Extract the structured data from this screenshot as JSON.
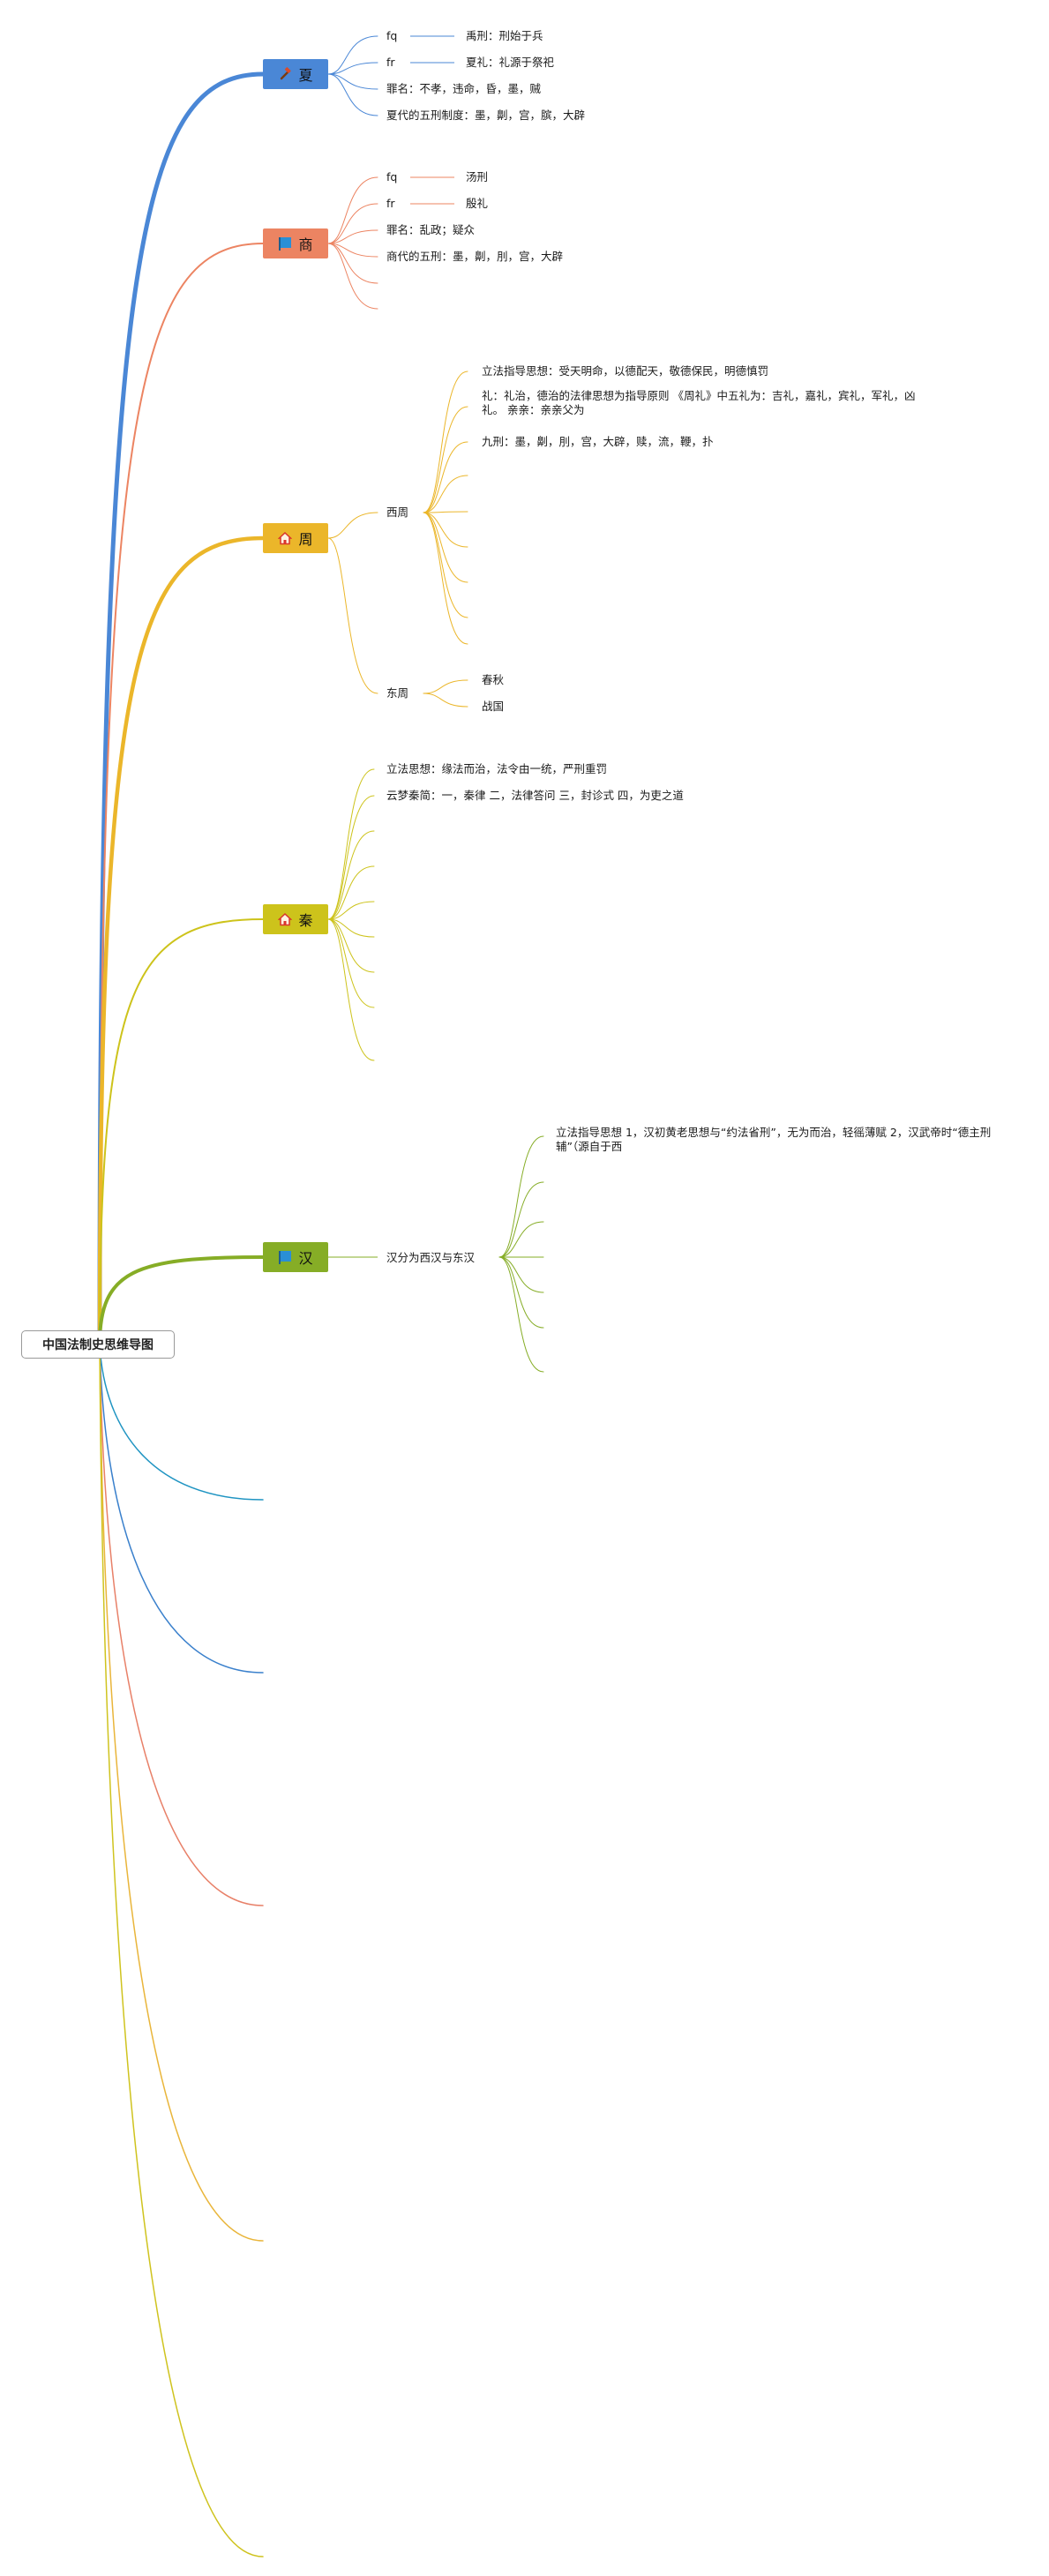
{
  "root": {
    "title": "中国法制史思维导图"
  },
  "colors": {
    "xia": "#4a87d6",
    "shang": "#ec8462",
    "zhou": "#ebb62a",
    "qin": "#cdc31b",
    "han": "#86ad26",
    "teal": "#1f94c2",
    "blue2": "#3a80cc",
    "salmon2": "#e88068",
    "amber2": "#e9b53a",
    "yellow2": "#cfc31e"
  },
  "branches": {
    "xia": {
      "label": "夏",
      "icon": "hammer-icon",
      "items": [
        {
          "tag": "fq",
          "text": "禹刑：刑始于兵"
        },
        {
          "tag": "fr",
          "text": "夏礼：礼源于祭祀"
        },
        {
          "text": "罪名：不孝，违命，昏，墨，贼"
        },
        {
          "text": "夏代的五刑制度：墨，劓，宫，膑，大辟"
        }
      ]
    },
    "shang": {
      "label": "商",
      "icon": "flag-icon",
      "items": [
        {
          "tag": "fq",
          "text": "汤刑"
        },
        {
          "tag": "fr",
          "text": "殷礼"
        },
        {
          "text": "罪名：乱政；疑众"
        },
        {
          "text": "商代的五刑：墨，劓，刖，宫，大辟"
        }
      ]
    },
    "zhou": {
      "label": "周",
      "icon": "home-icon",
      "west": {
        "label": "西周",
        "items": [
          "立法指导思想：受天明命，以德配天，敬德保民，明德慎罚",
          "礼：礼治，德治的法律思想为指导原则 《周礼》中五礼为：吉礼，嘉礼，宾礼，军礼，凶礼。 亲亲：亲亲父为",
          "九刑：墨，劓，刖，宫，大辟，赎，流，鞭，扑"
        ]
      },
      "east": {
        "label": "东周",
        "items": [
          "春秋",
          "战国"
        ]
      }
    },
    "qin": {
      "label": "秦",
      "icon": "home-icon",
      "items": [
        "立法思想：缘法而治，法令由一统，严刑重罚",
        "云梦秦简：一，秦律 二，法律答问 三，封诊式 四，为吏之道"
      ]
    },
    "han": {
      "label": "汉",
      "icon": "flag-icon",
      "sub": "汉分为西汉与东汉",
      "items": [
        "立法指导思想 1，汉初黄老思想与“约法省刑”，无为而治，轻徭薄赋 2，汉武帝时“德主刑辅”（源自于西"
      ]
    }
  }
}
